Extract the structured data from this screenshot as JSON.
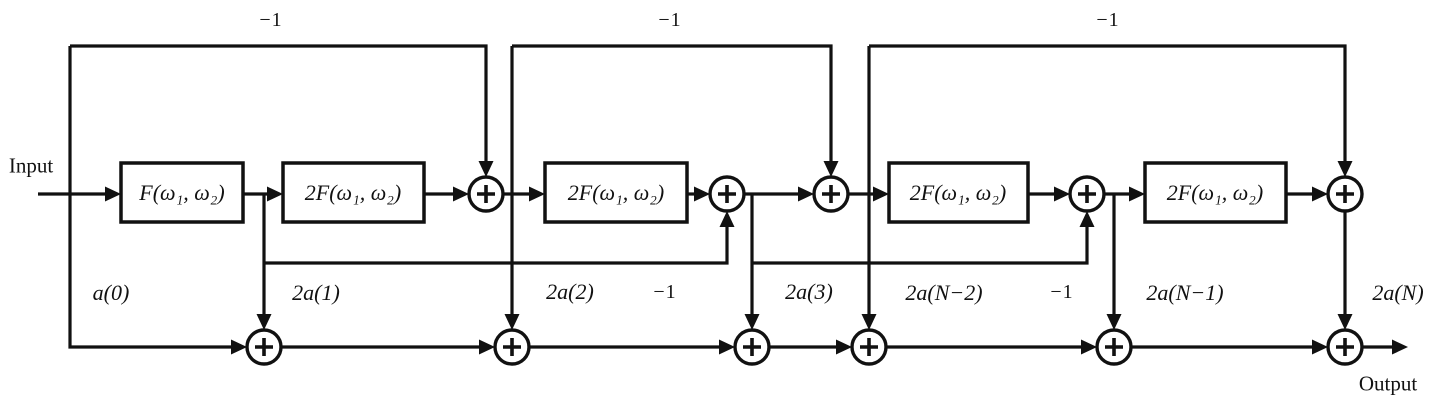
{
  "diagram": {
    "io": {
      "input_label": "Input",
      "output_label": "Output"
    },
    "blocks": [
      {
        "label": "F(ω₁, ω₂)"
      },
      {
        "label": "2F(ω₁, ω₂)"
      },
      {
        "label": "2F(ω₁, ω₂)"
      },
      {
        "label": "2F(ω₁, ω₂)"
      },
      {
        "label": "2F(ω₁, ω₂)"
      }
    ],
    "feedback_gains_top": [
      "−1",
      "−1",
      "−1"
    ],
    "feedback_gains_mid": [
      "−1",
      "−1"
    ],
    "tap_coefficients": [
      "a(0)",
      "2a(1)",
      "2a(2)",
      "2a(3)",
      "2a(N−2)",
      "2a(N−1)",
      "2a(N)"
    ],
    "summing_symbol": "+",
    "colors": {
      "line": "#111111",
      "background": "#ffffff"
    }
  }
}
